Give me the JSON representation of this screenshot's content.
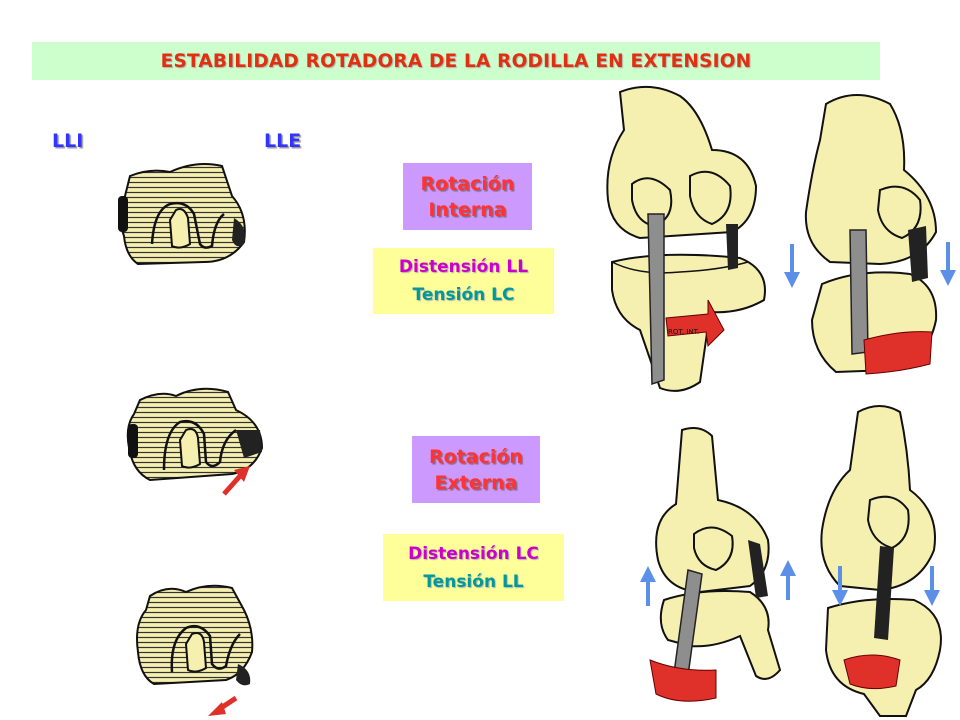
{
  "slide": {
    "title": "ESTABILIDAD ROTADORA DE LA RODILLA EN EXTENSION",
    "labels": {
      "medial": "LLI",
      "lateral": "LLE"
    }
  },
  "internal_rotation": {
    "heading_line1": "Rotación",
    "heading_line2": "Interna",
    "effect_line1": "Distensión LL",
    "effect_line2": "Tensión LC",
    "arrow_label": "ROT. INT."
  },
  "external_rotation": {
    "heading_line1": "Rotación",
    "heading_line2": "Externa",
    "effect_line1": "Distensión LC",
    "effect_line2": "Tensión LL"
  },
  "colors": {
    "title_bg": "#ccffcc",
    "title_text": "#e03010",
    "label_blue": "#3333ff",
    "rotation_box": "#cc99ff",
    "rotation_text": "#ff3333",
    "effect_box": "#ffff99",
    "effect_magenta": "#cc00cc",
    "effect_teal": "#009999",
    "bone": "#f5efb0",
    "ligament": "#8e8e8e",
    "arrow_red": "#e0302a",
    "arrow_blue": "#5b8fe8"
  }
}
